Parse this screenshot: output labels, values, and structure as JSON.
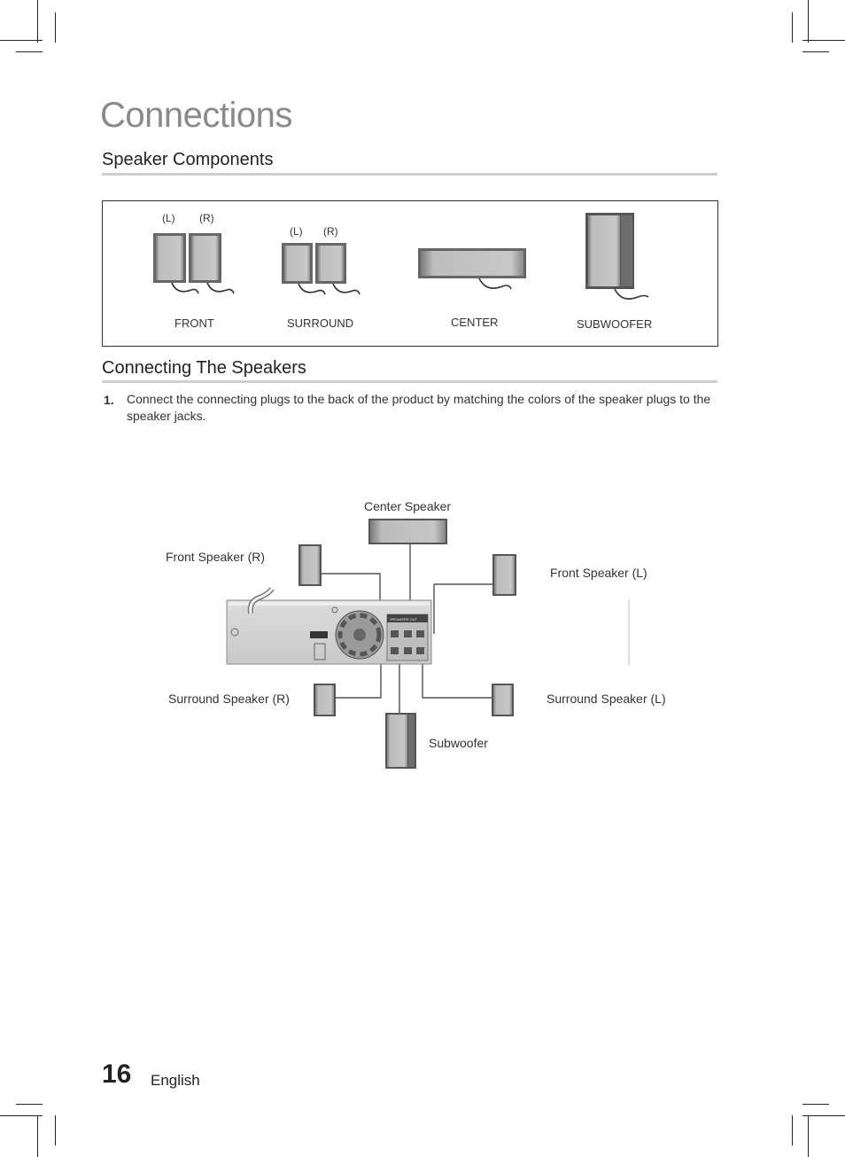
{
  "page": {
    "title": "Connections",
    "page_number": "16",
    "language": "English"
  },
  "speaker_components": {
    "heading": "Speaker Components",
    "front": {
      "label": "FRONT",
      "left": "(L)",
      "right": "(R)"
    },
    "surround": {
      "label": "SURROUND",
      "left": "(L)",
      "right": "(R)"
    },
    "center": {
      "label": "CENTER"
    },
    "subwoofer": {
      "label": "SUBWOOFER"
    }
  },
  "connecting": {
    "heading": "Connecting The Speakers",
    "step_number": "1.",
    "step_text": "Connect the connecting plugs to the back of the product by matching the colors of the speaker plugs to the speaker jacks."
  },
  "diagram": {
    "center_speaker": "Center Speaker",
    "front_right": "Front Speaker (R)",
    "front_left": "Front Speaker (L)",
    "surround_right": "Surround Speaker (R)",
    "surround_left": "Surround Speaker (L)",
    "subwoofer": "Subwoofer",
    "panel_heading": "SPEAKERS OUT"
  }
}
